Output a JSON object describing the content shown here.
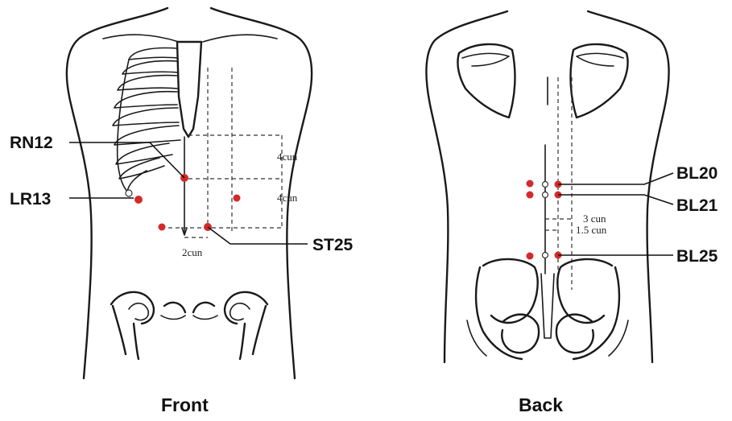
{
  "front": {
    "caption": "Front",
    "points": {
      "rn12": "RN12",
      "lr13": "LR13",
      "st25": "ST25"
    },
    "measures": {
      "upper": "4cun",
      "lower": "4cun",
      "width": "2cun"
    }
  },
  "back": {
    "caption": "Back",
    "points": {
      "bl20": "BL20",
      "bl21": "BL21",
      "bl25": "BL25"
    },
    "measures": {
      "outer": "3 cun",
      "inner": "1.5 cun"
    }
  },
  "colors": {
    "acupoint": "#d42a2a",
    "line": "#1a1a1a"
  }
}
